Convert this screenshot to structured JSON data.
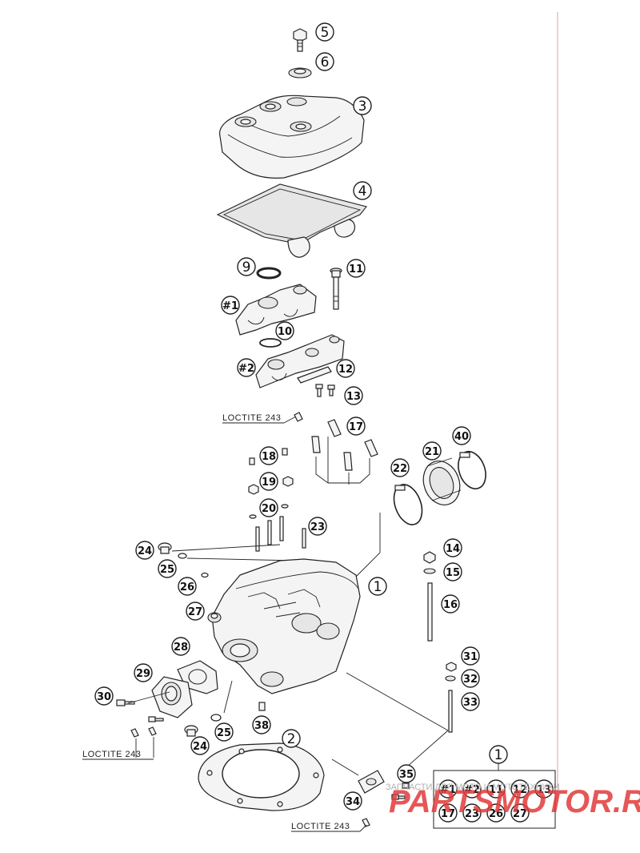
{
  "loctite_label": "LOCTITE 243",
  "watermark": {
    "small_text": "ЗАПЧАСТИ ДЛЯ МОТО И МОТОТЕХНИКИ",
    "big_text": "PARTSMOTOR.RU"
  },
  "kit": {
    "header": "1",
    "row1": [
      "#1",
      "#2",
      "11",
      "12",
      "13"
    ],
    "row2": [
      "17",
      "23",
      "26",
      "27"
    ]
  },
  "callouts": {
    "c5": "5",
    "c6": "6",
    "c3": "3",
    "c4": "4",
    "c9": "9",
    "c11": "11",
    "cH1": "#1",
    "c10": "10",
    "cH2": "#2",
    "c12": "12",
    "c13": "13",
    "c17": "17",
    "c18": "18",
    "c19": "19",
    "c20": "20",
    "c23": "23",
    "c22": "22",
    "c21": "21",
    "c40": "40",
    "c14": "14",
    "c15": "15",
    "c16": "16",
    "c24a": "24",
    "c25a": "25",
    "c26": "26",
    "c27": "27",
    "c1": "1",
    "c28": "28",
    "c29": "29",
    "c30": "30",
    "c31": "31",
    "c32": "32",
    "c33": "33",
    "c25b": "25",
    "c24b": "24",
    "c38": "38",
    "c2": "2",
    "c34": "34",
    "c35": "35"
  }
}
